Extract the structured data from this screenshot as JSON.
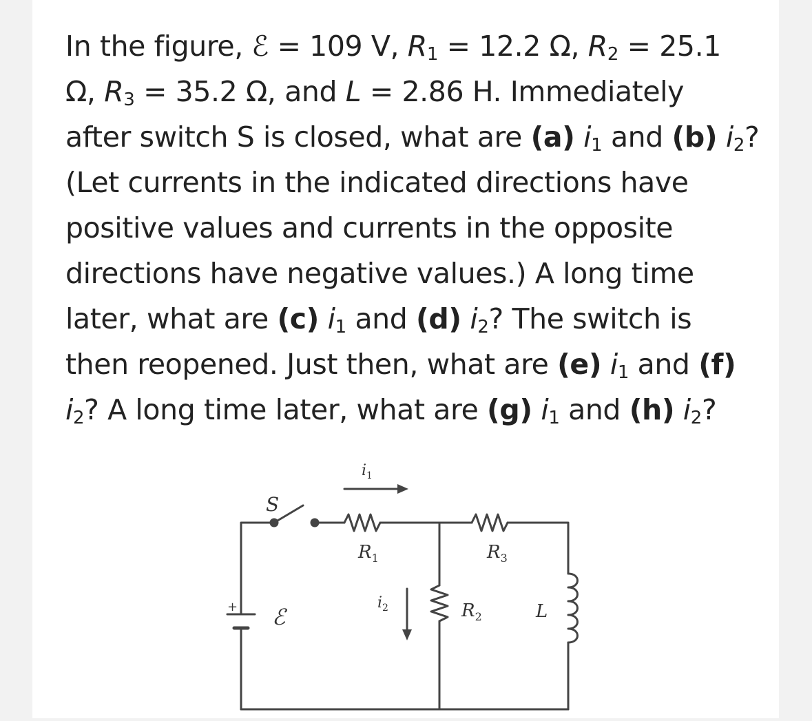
{
  "question": {
    "segments": [
      [
        {
          "t": "In the figure, "
        },
        {
          "t": "ℰ",
          "i": true
        },
        {
          "t": " = 109 V, "
        },
        {
          "t": "R",
          "i": true
        },
        {
          "t": "1",
          "sub": true
        },
        {
          "t": " = 12.2 Ω, "
        },
        {
          "t": "R",
          "i": true
        },
        {
          "t": "2",
          "sub": true
        },
        {
          "t": " = 25.1"
        }
      ],
      [
        {
          "t": "Ω, "
        },
        {
          "t": "R",
          "i": true
        },
        {
          "t": "3",
          "sub": true
        },
        {
          "t": " = 35.2 Ω, and "
        },
        {
          "t": "L",
          "i": true
        },
        {
          "t": " = 2.86 H. Immediately"
        }
      ],
      [
        {
          "t": "after switch S is closed, what are "
        },
        {
          "t": "(a)",
          "b": true
        },
        {
          "t": " "
        },
        {
          "t": "i",
          "i": true
        },
        {
          "t": "1",
          "sub": true
        },
        {
          "t": " and "
        },
        {
          "t": "(b)",
          "b": true
        },
        {
          "t": " "
        },
        {
          "t": "i",
          "i": true
        },
        {
          "t": "2",
          "sub": true
        },
        {
          "t": "?"
        }
      ],
      [
        {
          "t": "(Let currents in the indicated directions have"
        }
      ],
      [
        {
          "t": "positive values and currents in the opposite"
        }
      ],
      [
        {
          "t": "directions have negative values.) A long time"
        }
      ],
      [
        {
          "t": "later, what are "
        },
        {
          "t": "(c)",
          "b": true
        },
        {
          "t": " "
        },
        {
          "t": "i",
          "i": true
        },
        {
          "t": "1",
          "sub": true
        },
        {
          "t": " and "
        },
        {
          "t": "(d)",
          "b": true
        },
        {
          "t": " "
        },
        {
          "t": "i",
          "i": true
        },
        {
          "t": "2",
          "sub": true
        },
        {
          "t": "? The switch is"
        }
      ],
      [
        {
          "t": "then reopened. Just then, what are "
        },
        {
          "t": "(e)",
          "b": true
        },
        {
          "t": " "
        },
        {
          "t": "i",
          "i": true
        },
        {
          "t": "1",
          "sub": true
        },
        {
          "t": " and "
        },
        {
          "t": "(f)",
          "b": true
        }
      ],
      [
        {
          "t": "i",
          "i": true
        },
        {
          "t": "2",
          "sub": true
        },
        {
          "t": "? A long time later, what are "
        },
        {
          "t": "(g)",
          "b": true
        },
        {
          "t": " "
        },
        {
          "t": "i",
          "i": true
        },
        {
          "t": "1",
          "sub": true
        },
        {
          "t": " and "
        },
        {
          "t": "(h)",
          "b": true
        },
        {
          "t": " "
        },
        {
          "t": "i",
          "i": true
        },
        {
          "t": "2",
          "sub": true
        },
        {
          "t": "?"
        }
      ]
    ]
  },
  "figure": {
    "label_S": "S",
    "label_emf": "ℰ",
    "label_plus": "+",
    "label_R1": "R1",
    "label_R2": "R2",
    "label_R3": "R3",
    "label_L": "L",
    "label_i1": "i1",
    "label_i2": "i2"
  }
}
